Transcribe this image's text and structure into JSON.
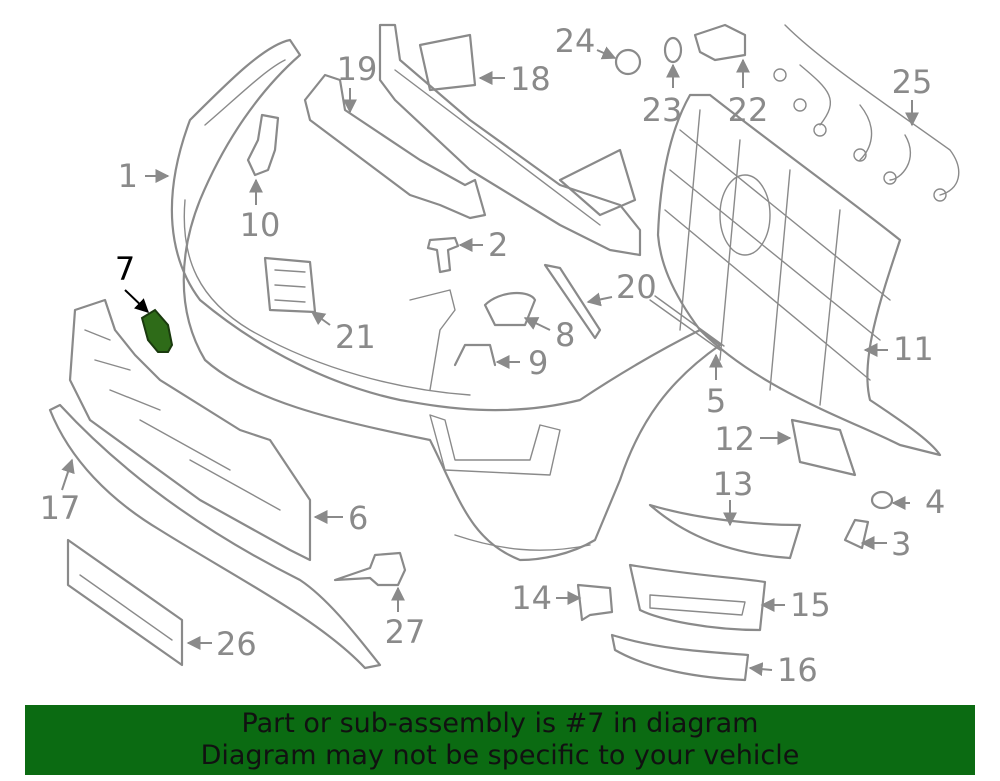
{
  "colors": {
    "banner_bg": "#0b6b12",
    "highlight_fill": "#2e6b18",
    "line_gray": "#8a8a8a",
    "highlight_label": "#000000"
  },
  "callouts": [
    "1",
    "2",
    "3",
    "4",
    "5",
    "6",
    "7",
    "8",
    "9",
    "10",
    "11",
    "12",
    "13",
    "14",
    "15",
    "16",
    "17",
    "18",
    "19",
    "20",
    "21",
    "22",
    "23",
    "24",
    "25",
    "26",
    "27"
  ],
  "highlighted_part": "7",
  "banner": {
    "line1": "Part or sub-assembly is #7 in diagram",
    "line2": "Diagram may not be specific to your vehicle"
  }
}
